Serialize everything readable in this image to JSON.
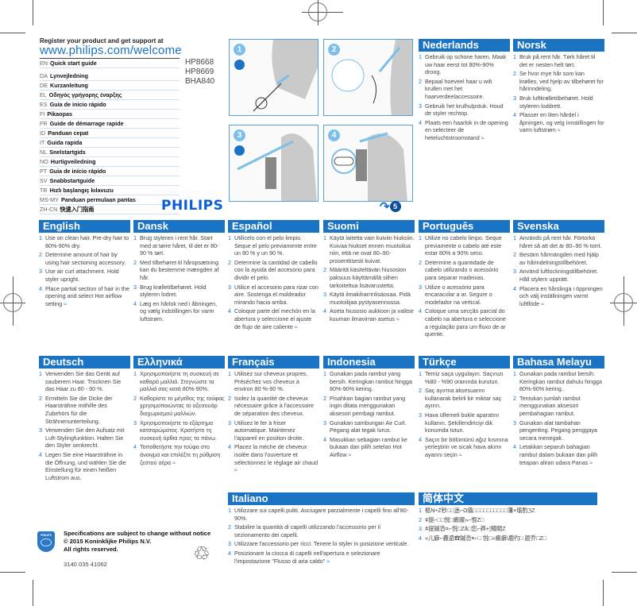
{
  "header": {
    "register_text": "Register your product and get support at",
    "url": "www.philips.com/welcome",
    "models": [
      "HP8668",
      "HP8669",
      "BHA840"
    ],
    "brand": "PHILIPS"
  },
  "language_index": [
    {
      "code": "EN",
      "name": "Quick start guide"
    },
    {
      "code": "DA",
      "name": "Lynvejledning"
    },
    {
      "code": "DE",
      "name": "Kurzanleitung"
    },
    {
      "code": "EL",
      "name": "Οδηγός γρήγορης έναρξης"
    },
    {
      "code": "ES",
      "name": "Guía de inicio rápido"
    },
    {
      "code": "FI",
      "name": "Pikaopas"
    },
    {
      "code": "FR",
      "name": "Guide de démarrage rapide"
    },
    {
      "code": "ID",
      "name": "Panduan cepat"
    },
    {
      "code": "IT",
      "name": "Guida rapida"
    },
    {
      "code": "NL",
      "name": "Snelstartgids"
    },
    {
      "code": "NO",
      "name": "Hurtigveiledning"
    },
    {
      "code": "PT",
      "name": "Guia de início rápido"
    },
    {
      "code": "SV",
      "name": "Snabbstartguide"
    },
    {
      "code": "TR",
      "name": "Hızlı başlangıç kılavuzu"
    },
    {
      "code": "MS-MY",
      "name": "Panduan permulaan pantas"
    },
    {
      "code": "ZH-CN",
      "name": "快速入门指南"
    }
  ],
  "illustrations": {
    "steps": [
      "1",
      "2",
      "3",
      "4"
    ],
    "next_page": "5",
    "accent_color": "#7cc0ea"
  },
  "sections": {
    "nederlands": {
      "title": "Nederlands",
      "steps": [
        "Gebruik op schone haren. Maak uw haar eerst tot 80%-90% droog.",
        "Bepaal hoeveel haar u wilt krullen met het haarverdeelaccessoire.",
        "Gebruik het krulhulpstuk. Houd de styler rechtop.",
        "Plaats een haarlok in de opening en selecteer de heteluchtstroomstand"
      ]
    },
    "norsk": {
      "title": "Norsk",
      "steps": [
        "Bruk på rent hår. Tørk håret til det er nesten helt tørt.",
        "Se hvor mye hår som kan krølles, ved hjelp av tilbehøret for hårinndeling.",
        "Bruk luftkrølletilbehøret. Hold styleren loddrett.",
        "Plasser en liten hårdel i åpningen, og velg innstillingen for varm luftstrøm"
      ]
    },
    "english": {
      "title": "English",
      "steps": [
        "Use on clean hair. Pre-dry hair to 80%-90% dry.",
        "Determine amount of hair by using hair sectioning accessory.",
        "Use air curl attachment. Hold styler upright.",
        "Place partial section of hair in the opening and select Hot airflow setting"
      ]
    },
    "dansk": {
      "title": "Dansk",
      "steps": [
        "Brug styleren i rent hår. Start med at tørre håret, til det er 80-90 % tørt.",
        "Med tilbehøret til håropsætning kan du bestemme mængden af hår.",
        "Brug krølletilbehøret. Hold styleren lodret.",
        "Læg en hårlok ned i åbningen, og vælg indstillingen for varm luftstrøm."
      ]
    },
    "espanol": {
      "title": "Español",
      "steps": [
        "Utilícelo con el pelo limpio. Seque el pelo previamente entre un 80 % y un 90 %.",
        "Determine la cantidad de cabello con la ayuda del accesorio para dividir el pelo.",
        "Utilice el accesorio para rizar con aire. Sostenga el moldeador mirando hacia arriba.",
        "Coloque parte del mechón en la abertura y seleccione el ajuste de flujo de aire caliente"
      ]
    },
    "suomi": {
      "title": "Suomi",
      "steps": [
        "Käytä laitetta vain kuiviin hiuksiin. Kuivaa hiukset ennen muotoilua niin, että ne ovat 80–90-prosenttisesti kuivat.",
        "Määritä käsiteltävän hiusosion paksuus käyttämällä siihen tarkoitettua lisävarustetta.",
        "Käytä ilmakiharrinlisäosaa. Pidä muotoilijaa pystyasennossa.",
        "Aseta hiusosio aukkoon ja valitse kuuman ilmavirran asetus"
      ]
    },
    "portugues": {
      "title": "Português",
      "steps": [
        "Utilize no cabelo limpo. Seque previamente o cabelo até este estar 80% a 90% seco.",
        "Determine a quantidade de cabelo utilizando o acessório para separar madeixas.",
        "Utilize o acessório para encaracolar a ar. Segure o modelador na vertical.",
        "Coloque uma secção parcial do cabelo na abertura e seleccione a regulação para um fluxo de ar quente."
      ]
    },
    "svenska": {
      "title": "Svenska",
      "steps": [
        "Används på rent hår. Förtorka håret så att det är 80–90 % torrt.",
        "Bestäm hårmängden med hjälp av hårindelningstillbehöret.",
        "Använd luftlockningstillbehöret. Håll stylern upprätt.",
        "Placera en hårslinga i öppningen och välj inställningen varmt luftflöde"
      ]
    },
    "deutsch": {
      "title": "Deutsch",
      "steps": [
        "Verwenden Sie das Gerät auf sauberem Haar. Trocknen Sie das Haar zu 80 - 90 %.",
        "Ermitteln Sie die Dicke der Haarsträhne mithilfe des Zubehörs für die Strähnenunterteilung.",
        "Verwenden Sie den Aufsatz mit Luft-Stylingfunktion. Halten Sie den Styler senkrecht.",
        "Legen Sie eine Haarsträhne in die Öffnung, und wählen Sie die Einstellung für einen heißen Luftstrom aus."
      ]
    },
    "ellinika": {
      "title": "Ελληνικά",
      "steps": [
        "Χρησιμοποιήστε τη συσκευή σε καθαρά μαλλιά. Στεγνώστε τα μαλλιά σας κατά 80%-90%.",
        "Καθορίστε το μέγεθος της τούφας χρησιμοποιώντας το αξεσουάρ διαχωρισμού μαλλιών.",
        "Χρησιμοποιήστε το εξάρτημα κατσαρώματος. Κρατήστε τη συσκευή όρθια προς τα πάνω.",
        "Τοποθετήστε την τούφα στο άνοιγμα και επιλέξτε τη ρύθμιση ζεστού αέρα"
      ]
    },
    "francais": {
      "title": "Français",
      "steps": [
        "Utilisez sur cheveux propres. Préséchez vos cheveux à environ 80 %-90 %.",
        "Isolez la quantité de cheveux nécessaire grâce à l'accessoire de séparation des cheveux.",
        "Utilisez le fer à friser automatique. Maintenez l'appareil en position droite.",
        "Placez la mèche de cheveux isolée dans l'ouverture et sélectionnez le réglage air chaud"
      ]
    },
    "indonesia": {
      "title": "Indonesia",
      "steps": [
        "Gunakan pada rambut yang bersih. Keringkan rambut hingga 80%-90% kering.",
        "Pisahkan bagian rambut yang ingin ditata menggunakan aksesori pembagi rambut.",
        "Gunakan sambungan Air Curl. Pegang alat tegak lurus.",
        "Masukkan sebagian rambut ke bukaan dan pilih setelan Hot Airflow"
      ]
    },
    "turkce": {
      "title": "Türkçe",
      "steps": [
        "Temiz saça uygulayın. Saçınızı %80 - %90 oranında kurutun.",
        "Saç ayırma aksesuarını kullanarak belirli bir miktar saç ayırın.",
        "Hava üflemeli bukle aparatını kullanın. Şekillendiriciyi dik konumda tutun.",
        "Saçın bir bölümünü ağız kısmına yerleştirin ve sıcak hava akımı ayarını seçin"
      ]
    },
    "melayu": {
      "title": "Bahasa Melayu",
      "steps": [
        "Gunakan pada rambut bersih. Keringkan rambut dahulu hingga 80%-90% kering.",
        "Tentukan jumlah rambut menggunakan aksesori pembahagian rambut.",
        "Gunakan alat tambahan pengeriting. Pegang penggaya secara menegak.",
        "Letakkan separuh bahagian rambut dalam bukaan dan pilih tetapan aliran udara Panas"
      ]
    },
    "italiano": {
      "title": "Italiano",
      "steps": [
        "Utilizzare sui capelli puliti. Asciugare parzialmente i capelli fino all'80-90%.",
        "Stabilire la quantità di capelli utilizzando l'accessorio per il sezionamento dei capelli.",
        "Utilizzare l'accessorio per ricci. Tenere lo styler in posizione verticale.",
        "Posizionare la ciocca di capelli nell'apertura e selezionare l'impostazione \"Flusso di aria caldo\""
      ]
    },
    "chinese": {
      "title": "简体中文",
      "steps": [
        "樞N÷Z秒□□迷⌐Ω儀□□□□□□□□□□藩×瑜酌ℨZ",
        "ǂ提⌐□□悦□癜躍»⌐恨Z□",
        "ǂ提鍼沓¤⌐悦□Zå□您⌐莽+¦鳟閥Z",
        "«儿癖⌐轟遢☎鍼沓¤⌐□ 悦□«癜癖\\鹿彴□ 题乔□Z□"
      ]
    }
  },
  "flow_icon": "hot-airflow",
  "footer": {
    "spec_lines": [
      "Specifications are subject to change without notice",
      "© 2015 Koninklijke Philips N.V.",
      "All rights reserved."
    ],
    "part_number": "3140 035 41062",
    "shield_label": "PHILIPS"
  }
}
